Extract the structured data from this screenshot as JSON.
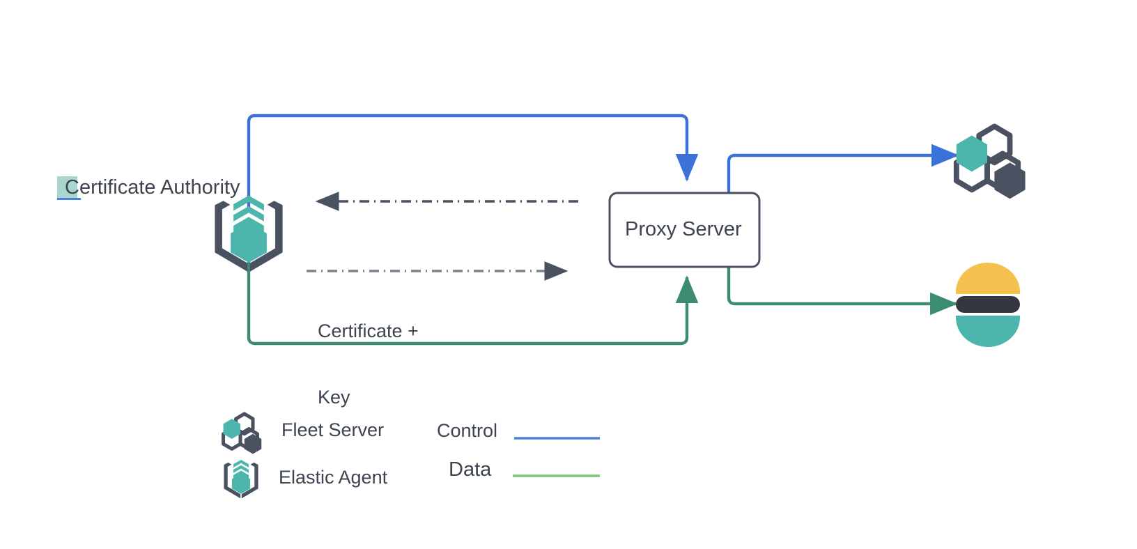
{
  "diagram": {
    "title_text_visible": false,
    "nodes": {
      "certificate_authority": {
        "label": "Certificate Authority",
        "icon": "elastic-agent-icon"
      },
      "proxy_server": {
        "label": "Proxy Server",
        "shape": "rounded-rectangle"
      },
      "fleet_server": {
        "label": "",
        "icon": "fleet-server-icon"
      },
      "elasticsearch": {
        "label": "",
        "icon": "elasticsearch-logo"
      }
    },
    "edges": {
      "cert_request": {
        "label": "",
        "style": "dash-dot",
        "direction": "right-to-left",
        "color": "#4a5261"
      },
      "cert_response": {
        "label": "Certificate +\nKey",
        "label_line1": "Certificate +",
        "label_line2": "Key",
        "style": "dash-dot",
        "direction": "left-to-right",
        "color": "#808791"
      },
      "control_agent_to_proxy": {
        "style": "solid",
        "color": "#3a72d8"
      },
      "control_proxy_to_fleet": {
        "style": "solid",
        "color": "#3a72d8"
      },
      "data_agent_to_proxy": {
        "style": "solid",
        "color": "#3c8c72"
      },
      "data_proxy_to_es": {
        "style": "solid",
        "color": "#3c8c72"
      }
    }
  },
  "legend": {
    "items": [
      {
        "label": "Fleet Server",
        "icon": "fleet-server-icon"
      },
      {
        "label": "Elastic Agent",
        "icon": "elastic-agent-icon"
      }
    ],
    "lines": [
      {
        "label": "Control",
        "color": "#4a7fe0"
      },
      {
        "label": "Data",
        "color": "#7cc576"
      }
    ]
  },
  "colors": {
    "teal": "#4db6ac",
    "dark_slate": "#4a5261",
    "blue": "#3a72d8",
    "green": "#3c8c72",
    "legend_green": "#7cc576",
    "yellow": "#f4c04e",
    "text": "#3d4450",
    "highlight": "#a9d6cd"
  }
}
